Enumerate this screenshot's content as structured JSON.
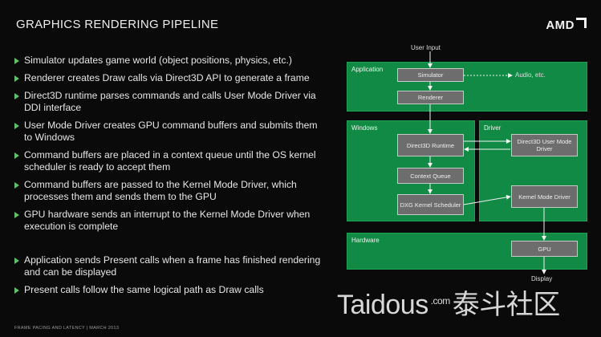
{
  "header": {
    "title": "GRAPHICS RENDERING PIPELINE",
    "logo": "AMD"
  },
  "bullets": [
    "Simulator updates game world (object positions, physics, etc.)",
    "Renderer creates Draw calls via Direct3D API to generate a frame",
    "Direct3D runtime parses commands and calls User Mode Driver via DDI interface",
    "User Mode Driver creates GPU command buffers and submits them to Windows",
    "Command buffers are placed in a context queue until the OS kernel scheduler is ready to accept them",
    "Command buffers are passed to the Kernel Mode Driver, which processes them and sends them to the GPU",
    "GPU hardware sends an interrupt to the Kernel Mode Driver when execution is complete",
    "Application sends Present calls when a frame has finished rendering and can be displayed",
    "Present calls follow the same logical path as Draw calls"
  ],
  "diagram": {
    "labels": {
      "user_input": "User Input",
      "audio": "Audio, etc.",
      "display": "Display"
    },
    "regions": {
      "application": "Application",
      "windows": "Windows",
      "driver": "Driver",
      "hardware": "Hardware"
    },
    "nodes": {
      "simulator": "Simulator",
      "renderer": "Renderer",
      "d3d_runtime": "Direct3D Runtime",
      "context_queue": "Context Queue",
      "dxg_scheduler": "DXG Kernel Scheduler",
      "umd": "Direct3D User Mode Driver",
      "kmd": "Kernel Mode Driver",
      "gpu": "GPU"
    }
  },
  "footer": "FRAME PACING AND LATENCY  |  MARCH 2013",
  "watermark": {
    "main": "Taidous",
    "dot": ".com",
    "cn": "泰斗社区"
  },
  "colors": {
    "region_green": "#118a45",
    "node_gray": "#6d6d6d",
    "bullet_green": "#5fbf6a"
  }
}
